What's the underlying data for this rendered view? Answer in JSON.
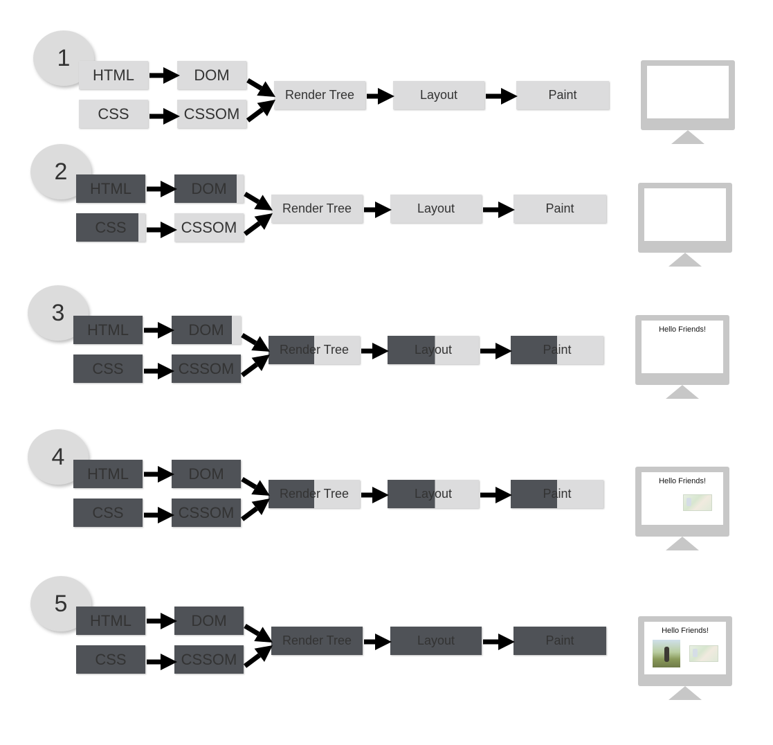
{
  "colors": {
    "light_box": "#dcdcdd",
    "dark_box": "#4f5257",
    "circle": "#dcdcdc",
    "monitor": "#c7c7c7"
  },
  "labels": {
    "html": "HTML",
    "dom": "DOM",
    "css": "CSS",
    "cssom": "CSSOM",
    "render_tree": "Render Tree",
    "layout": "Layout",
    "paint": "Paint",
    "hello": "Hello Friends!"
  },
  "steps": [
    {
      "number": "1",
      "progress": {
        "html": 0,
        "dom": 0,
        "css": 0,
        "cssom": 0,
        "render_tree": 0,
        "layout": 0,
        "paint": 0
      },
      "screen": {
        "text": false,
        "map": false,
        "photo": false
      }
    },
    {
      "number": "2",
      "progress": {
        "html": 1,
        "dom": 0.9,
        "css": 0.9,
        "cssom": 0,
        "render_tree": 0,
        "layout": 0,
        "paint": 0
      },
      "screen": {
        "text": false,
        "map": false,
        "photo": false
      }
    },
    {
      "number": "3",
      "progress": {
        "html": 1,
        "dom": 0.87,
        "css": 1,
        "cssom": 1,
        "render_tree": 0.5,
        "layout": 0.52,
        "paint": 0.5
      },
      "screen": {
        "text": true,
        "map": false,
        "photo": false
      }
    },
    {
      "number": "4",
      "progress": {
        "html": 1,
        "dom": 1,
        "css": 1,
        "cssom": 1,
        "render_tree": 0.5,
        "layout": 0.52,
        "paint": 0.5
      },
      "screen": {
        "text": true,
        "map": true,
        "photo": false
      }
    },
    {
      "number": "5",
      "progress": {
        "html": 1,
        "dom": 1,
        "css": 1,
        "cssom": 1,
        "render_tree": 1,
        "layout": 1,
        "paint": 1
      },
      "screen": {
        "text": true,
        "map": true,
        "photo": true
      }
    }
  ]
}
